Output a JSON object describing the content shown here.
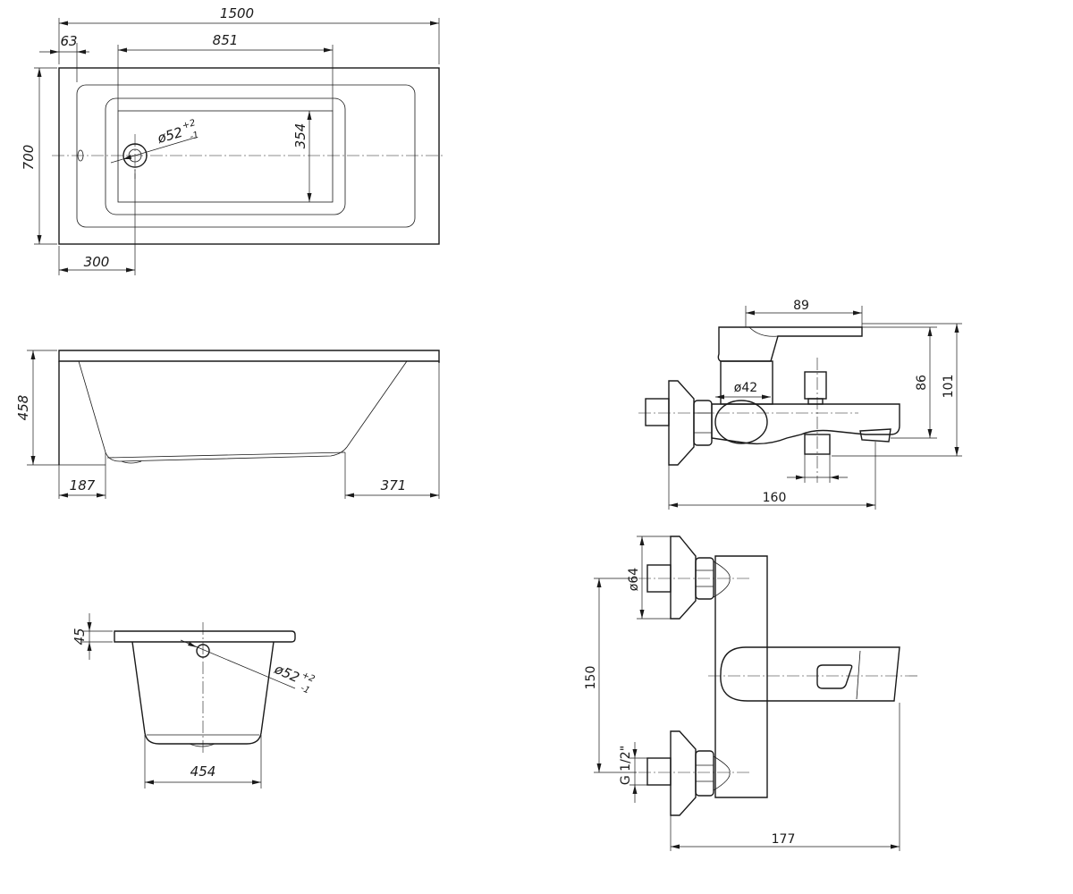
{
  "bathtub": {
    "top_view": {
      "length": "1500",
      "edge_offset": "63",
      "inner_length": "851",
      "width": "700",
      "inner_width": "354",
      "drain_offset": "300",
      "drain_diameter": "ø52",
      "drain_tol_plus": "+2",
      "drain_tol_minus": "-1"
    },
    "side_view": {
      "height": "458",
      "left_taper": "187",
      "right_taper": "371"
    },
    "end_view": {
      "rim_height": "45",
      "drain_diameter": "ø52",
      "drain_tol_plus": "+2",
      "drain_tol_minus": "-1",
      "bottom_width": "454"
    }
  },
  "mixer": {
    "side_view": {
      "handle_length": "89",
      "body_diameter": "ø42",
      "spout_height": "86",
      "total_height": "101",
      "projection": "160"
    },
    "front_view": {
      "flange_diameter": "ø64",
      "center_distance": "150",
      "thread": "G 1/2\"",
      "total_length": "177"
    }
  }
}
